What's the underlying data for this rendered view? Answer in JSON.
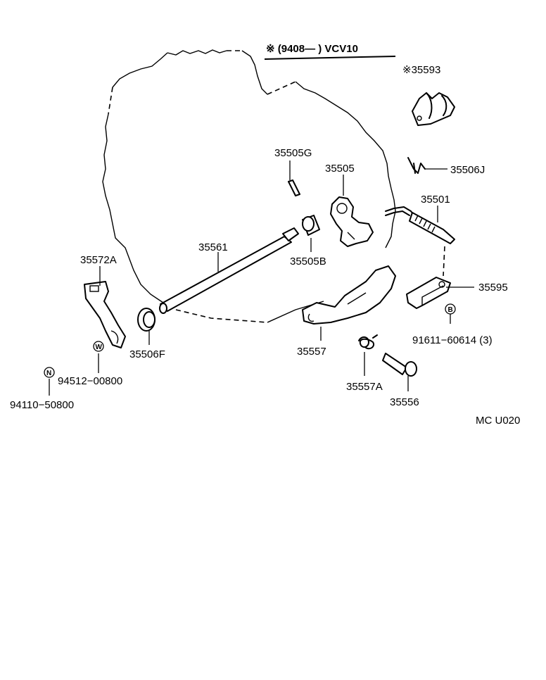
{
  "header": {
    "range_label": "※ (9408—        ) VCV10"
  },
  "labels": {
    "p35593": "※35593",
    "p35505G": "35505G",
    "p35505": "35505",
    "p35506J": "35506J",
    "p35501": "35501",
    "p35561": "35561",
    "p35505B": "35505B",
    "p35572A": "35572A",
    "p35595": "35595",
    "p91611": "91611−60614 (3)",
    "p35506F": "35506F",
    "p35557": "35557",
    "p94512": "94512−00800",
    "p35557A": "35557A",
    "p35556": "35556",
    "p94110": "94110−50800",
    "code": "MC  U020"
  },
  "symbols": {
    "b": "B",
    "w": "W",
    "n": "N"
  }
}
